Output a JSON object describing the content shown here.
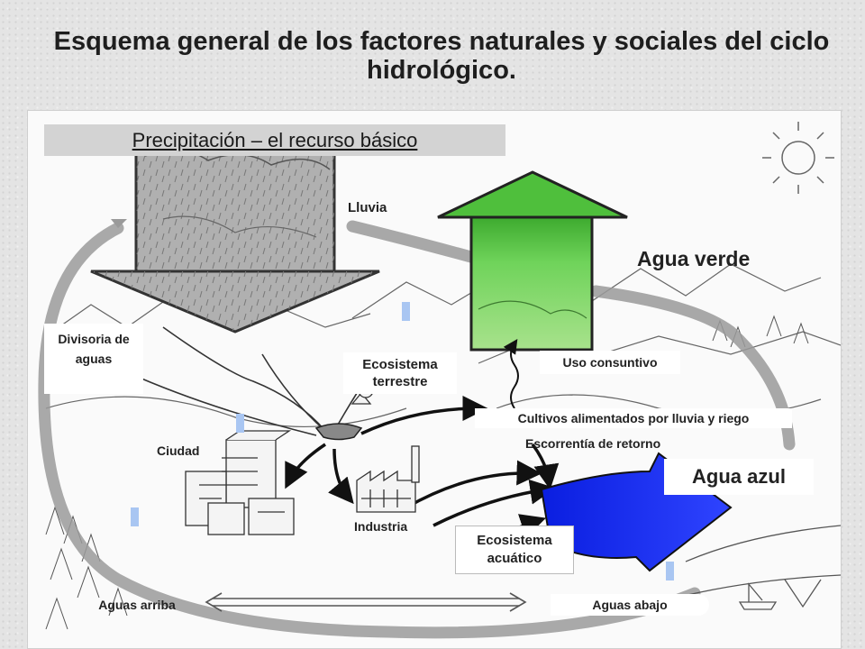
{
  "title": "Esquema general de los factores naturales y sociales del ciclo hidrológico.",
  "labels": {
    "precipitation": "Precipitación  –  el recurso básico",
    "rain": "Lluvia",
    "green_water": "Agua verde",
    "watershed": "Divisoria de aguas",
    "terrestrial": "Ecosistema terrestre",
    "consumptive": "Uso consuntivo",
    "crops": "Cultivos alimentados por lluvia y riego",
    "return_runoff": "Escorrentía de retorno",
    "blue_water": "Agua azul",
    "city": "Ciudad",
    "industry": "Industria",
    "aquatic": "Ecosistema acuático",
    "upstream": "Aguas arriba",
    "downstream": "Aguas abajo"
  },
  "colors": {
    "green_arrow": "#4fbf3c",
    "blue_arrow": "#1a2ef2",
    "gray_arrow": "#9e9e9e",
    "label_band": "#d3d3d3"
  }
}
